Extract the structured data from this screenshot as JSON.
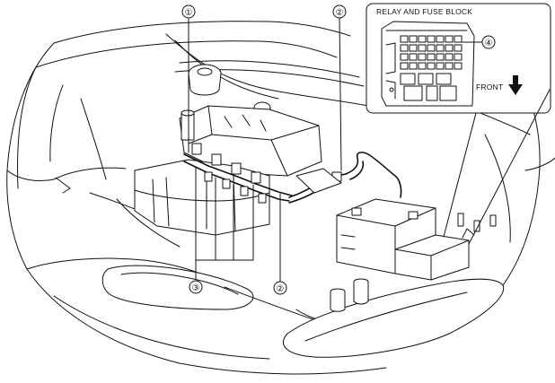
{
  "inset": {
    "title": "RELAY AND FUSE BLOCK",
    "direction_label": "FRONT",
    "direction_icon": "down-arrow-icon"
  },
  "callouts": [
    {
      "id": "c1",
      "label": "①"
    },
    {
      "id": "c2a",
      "label": "②"
    },
    {
      "id": "c2b",
      "label": "②"
    },
    {
      "id": "c3",
      "label": "③"
    },
    {
      "id": "c4",
      "label": "④"
    }
  ]
}
